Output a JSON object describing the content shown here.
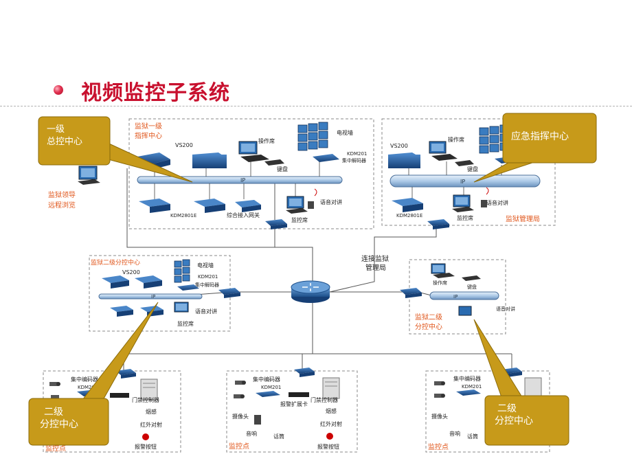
{
  "slide": {
    "title": "视频监控子系统"
  },
  "callouts": {
    "top_left": [
      "一级",
      "总控中心"
    ],
    "top_right": [
      "应急指挥中心"
    ],
    "bottom_left": [
      "二级",
      "分控中心"
    ],
    "bottom_right": [
      "二级",
      "分控中心"
    ]
  },
  "zones": {
    "level1": [
      "监狱一级",
      "指挥中心"
    ],
    "remote": [
      "监狱领导",
      "远程浏览"
    ],
    "bureau": "监狱管理局",
    "level2_left": "监狱二级分控中心",
    "level2_right": [
      "监狱二级",
      "分控中心"
    ],
    "connect": [
      "连接监狱",
      "管理局"
    ],
    "point_left": "监控点",
    "point_mid": "监控点",
    "point_right": "监控点"
  },
  "labels": {
    "vs200": "VS200",
    "console": "操作席",
    "keyboard": "键盘",
    "tvwall": "电视墙",
    "kdm201_line1": "KDM201",
    "kdm201_line2": "集中解码器",
    "ip": "IP",
    "kdm2801e": "KDM2801E",
    "gateway": "综合接入网关",
    "monitor_seat": "监控席",
    "voice_talk": "语音对讲",
    "encoder_line1": "集中编码器",
    "encoder_line2": "KDM201",
    "door_ctrl": "门禁控制器",
    "alarm_card": "报警扩展卡",
    "smoke": "烟感",
    "infrared": "红外对射",
    "camera": "摄像头",
    "speaker": "音响",
    "mic": "话筒",
    "alarm_btn": "报警按钮"
  },
  "colors": {
    "title": "#c8102e",
    "callout_fill": "#c79a1a",
    "callout_stroke": "#8a6a0a",
    "zone_label": "#e0551a",
    "device_blue": "#1f5fa6",
    "ip_bar": "#aecbe8"
  }
}
